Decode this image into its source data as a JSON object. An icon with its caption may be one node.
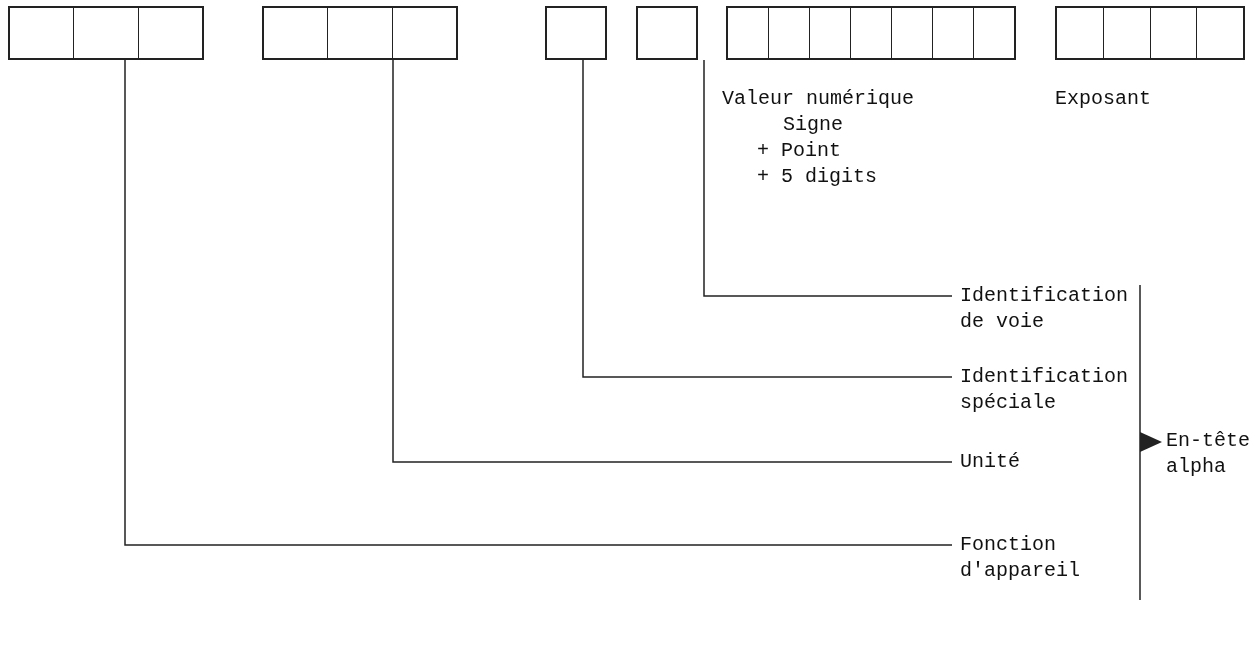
{
  "diagram": {
    "nodes": [
      {
        "text": [],
        "shape": "box"
      },
      {
        "text": [],
        "shape": "box"
      },
      {
        "text": [],
        "shape": "box"
      },
      {
        "text": [],
        "shape": "box"
      },
      {
        "text": [],
        "shape": "box"
      },
      {
        "text": [],
        "shape": "box"
      },
      {
        "text": [
          "Identification de voie"
        ]
      },
      {
        "text": [
          "Identification spéciale"
        ]
      },
      {
        "text": [
          "Unité"
        ]
      },
      {
        "text": [
          "Fonction d'appareil"
        ]
      }
    ],
    "edges": [
      {
        "from": 6,
        "to": 3,
        "arrow": "none"
      },
      {
        "from": 7,
        "to": 2,
        "arrow": "none"
      },
      {
        "from": 8,
        "to": 1,
        "arrow": "none"
      },
      {
        "from": 9,
        "to": 0,
        "arrow": "none"
      }
    ],
    "labels": [
      "Valeur numérique",
      "Exposant",
      "Signe",
      "+ Point",
      "+ 5 digits",
      "En-tête alpha"
    ]
  }
}
